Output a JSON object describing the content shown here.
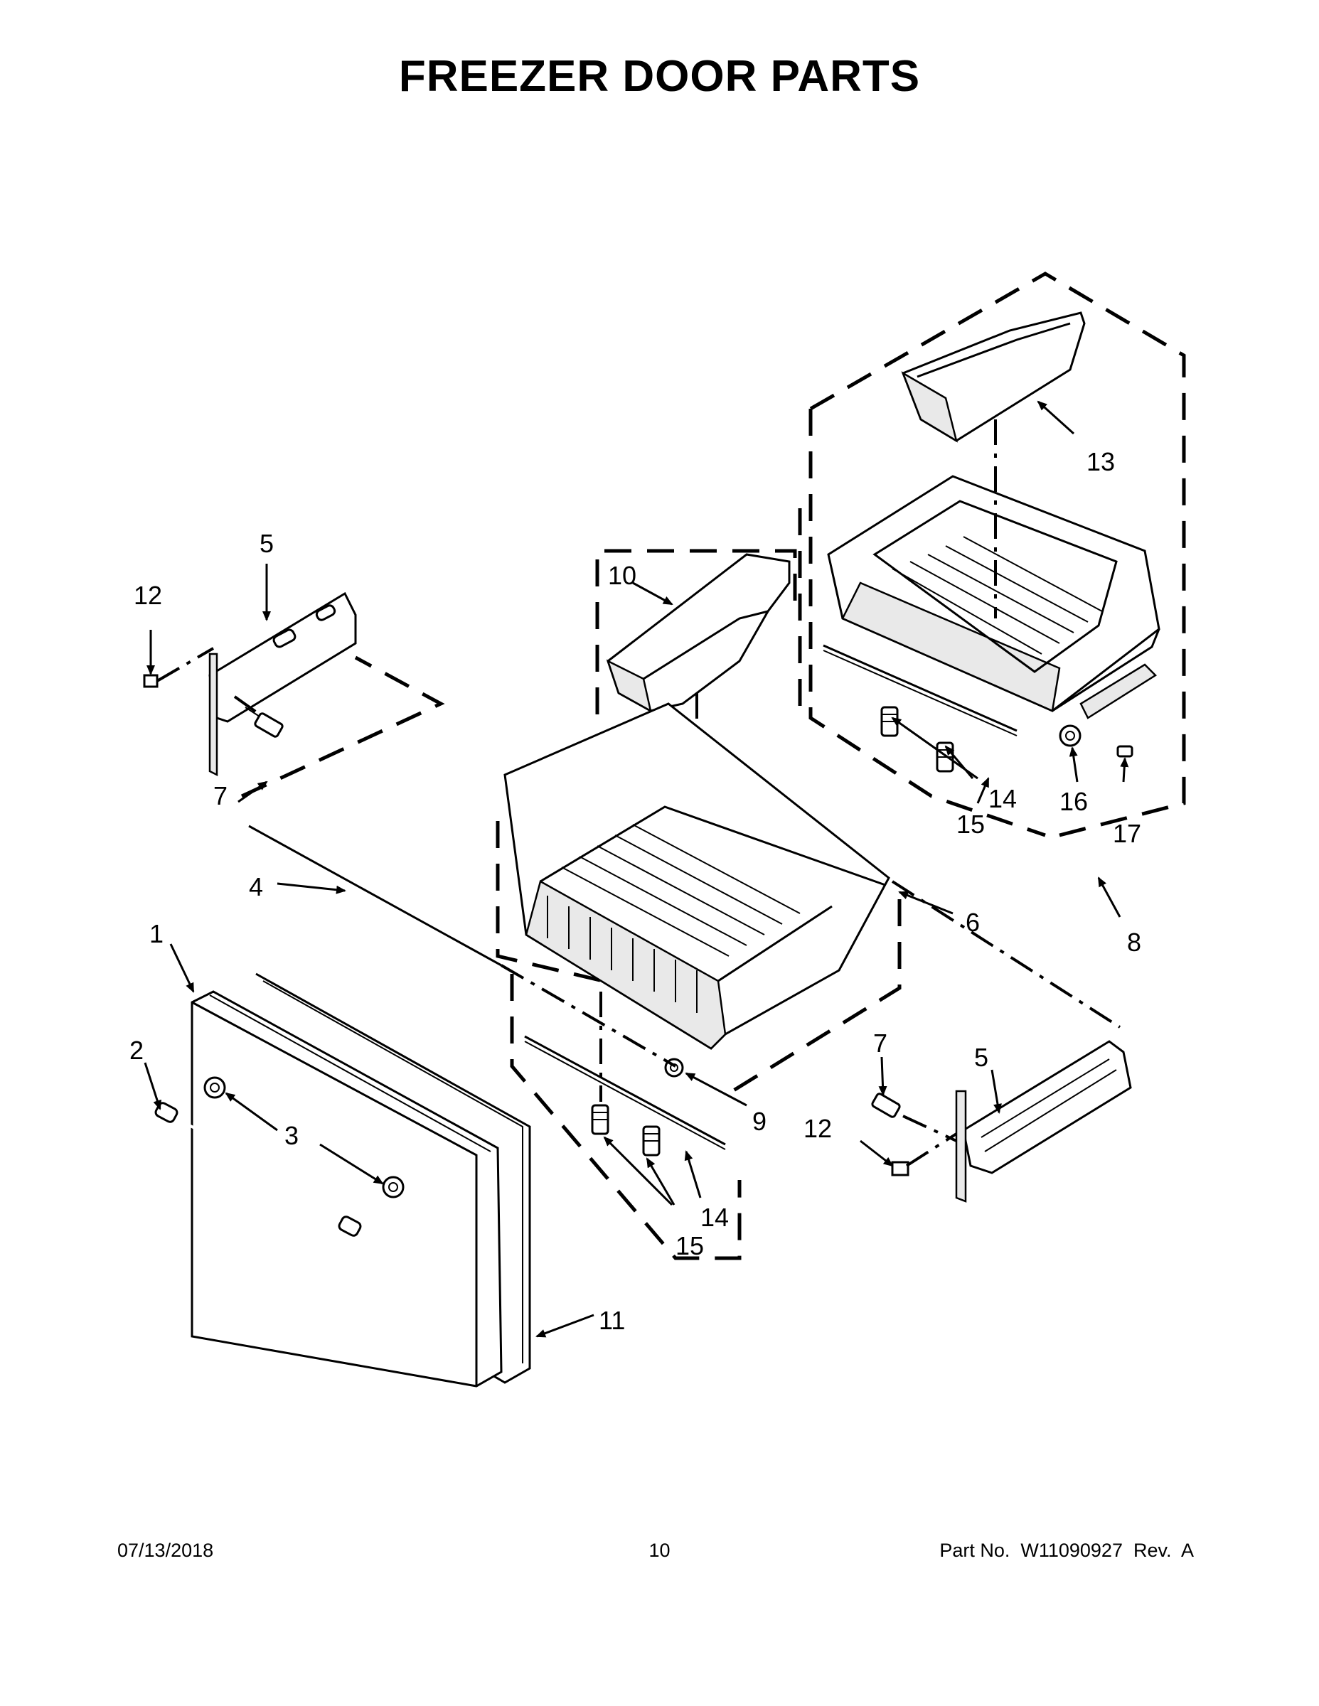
{
  "page": {
    "title": "FREEZER DOOR PARTS",
    "footer": {
      "date": "07/13/2018",
      "page_number": "10",
      "part_number": "Part No.  W11090927  Rev.  A"
    }
  },
  "callouts": {
    "c1": "1",
    "c2": "2",
    "c3": "3",
    "c4": "4",
    "c5_left": "5",
    "c5_right": "5",
    "c6": "6",
    "c7_left": "7",
    "c7_right": "7",
    "c8": "8",
    "c9": "9",
    "c10": "10",
    "c11": "11",
    "c12_left": "12",
    "c12_right": "12",
    "c13": "13",
    "c14_upper": "14",
    "c14_lower": "14",
    "c15_upper": "15",
    "c15_lower": "15",
    "c16": "16",
    "c17": "17"
  }
}
